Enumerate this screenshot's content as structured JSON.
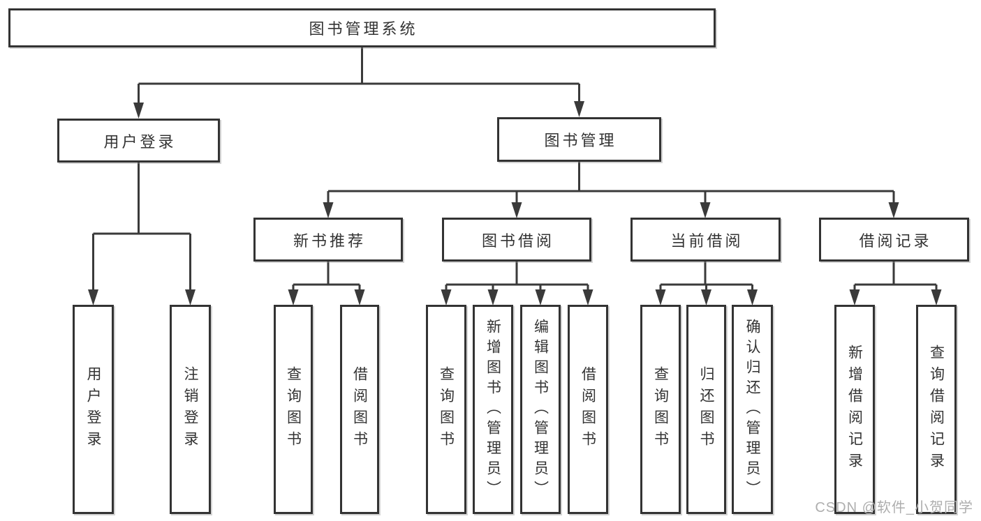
{
  "diagram": {
    "root": {
      "label": "图书管理系统"
    },
    "branches": [
      {
        "label": "用户登录",
        "children": [
          {
            "label": "用户登录"
          },
          {
            "label": "注销登录"
          }
        ]
      },
      {
        "label": "图书管理",
        "groups": [
          {
            "label": "新书推荐",
            "children": [
              {
                "label": "查询图书"
              },
              {
                "label": "借阅图书"
              }
            ]
          },
          {
            "label": "图书借阅",
            "children": [
              {
                "label": "查询图书"
              },
              {
                "label": "新增图书（管理员）"
              },
              {
                "label": "编辑图书（管理员）"
              },
              {
                "label": "借阅图书"
              }
            ]
          },
          {
            "label": "当前借阅",
            "children": [
              {
                "label": "查询图书"
              },
              {
                "label": "归还图书"
              },
              {
                "label": "确认归还（管理员）"
              }
            ]
          },
          {
            "label": "借阅记录",
            "children": [
              {
                "label": "新增借阅记录"
              },
              {
                "label": "查询借阅记录"
              }
            ]
          }
        ]
      }
    ]
  },
  "watermark": {
    "text": "CSDN @软件_小贺同学"
  },
  "colors": {
    "line": "#3a3a3a",
    "border": "#333333",
    "text": "#333333",
    "watermark": "#aeaeae",
    "background": "#ffffff"
  }
}
